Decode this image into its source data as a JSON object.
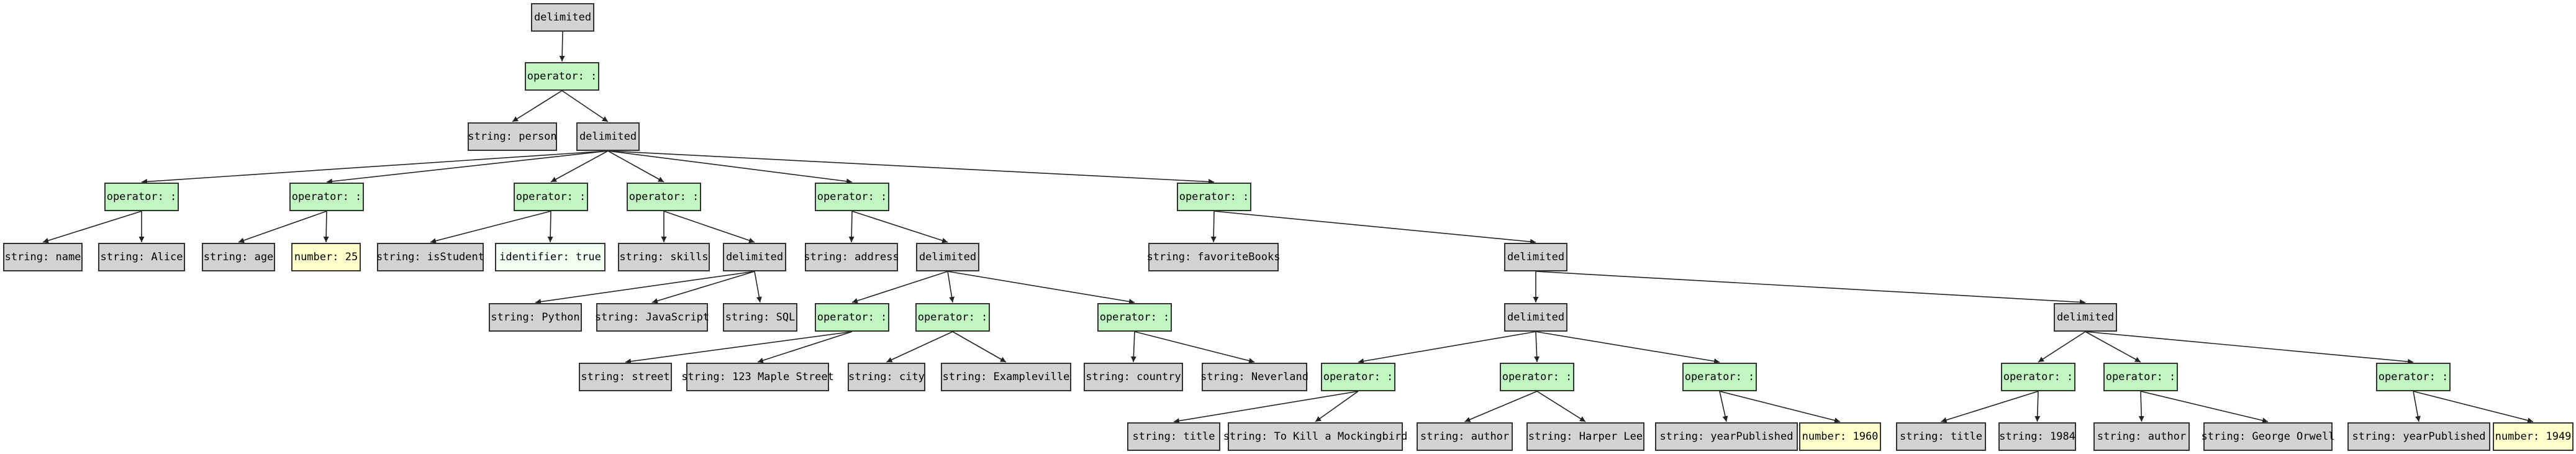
{
  "colors": {
    "delimited": "#d3d3d3",
    "operator": "#c1f5c1",
    "string": "#d3d3d3",
    "number": "#ffffcc",
    "identifier": "#f2fff2",
    "edge": "#222222"
  },
  "nodes": [
    {
      "id": "n1",
      "label": "delimited",
      "kind": "delimited"
    },
    {
      "id": "n2",
      "label": "operator: :",
      "kind": "operator"
    },
    {
      "id": "n3",
      "label": "string: person",
      "kind": "string"
    },
    {
      "id": "n4",
      "label": "delimited",
      "kind": "delimited"
    },
    {
      "id": "n5",
      "label": "operator: :",
      "kind": "operator"
    },
    {
      "id": "n6",
      "label": "operator: :",
      "kind": "operator"
    },
    {
      "id": "n7",
      "label": "operator: :",
      "kind": "operator"
    },
    {
      "id": "n8",
      "label": "operator: :",
      "kind": "operator"
    },
    {
      "id": "n9",
      "label": "operator: :",
      "kind": "operator"
    },
    {
      "id": "n10",
      "label": "operator: :",
      "kind": "operator"
    },
    {
      "id": "n11",
      "label": "string: name",
      "kind": "string"
    },
    {
      "id": "n12",
      "label": "string: Alice",
      "kind": "string"
    },
    {
      "id": "n13",
      "label": "string: age",
      "kind": "string"
    },
    {
      "id": "n14",
      "label": "number: 25",
      "kind": "number"
    },
    {
      "id": "n15",
      "label": "string: isStudent",
      "kind": "string"
    },
    {
      "id": "n16",
      "label": "identifier: true",
      "kind": "identifier"
    },
    {
      "id": "n17",
      "label": "string: skills",
      "kind": "string"
    },
    {
      "id": "n18",
      "label": "delimited",
      "kind": "delimited"
    },
    {
      "id": "n19",
      "label": "string: address",
      "kind": "string"
    },
    {
      "id": "n20",
      "label": "delimited",
      "kind": "delimited"
    },
    {
      "id": "n21",
      "label": "string: favoriteBooks",
      "kind": "string"
    },
    {
      "id": "n22",
      "label": "delimited",
      "kind": "delimited"
    },
    {
      "id": "n23",
      "label": "string: Python",
      "kind": "string"
    },
    {
      "id": "n24",
      "label": "string: JavaScript",
      "kind": "string"
    },
    {
      "id": "n25",
      "label": "string: SQL",
      "kind": "string"
    },
    {
      "id": "n26",
      "label": "operator: :",
      "kind": "operator"
    },
    {
      "id": "n27",
      "label": "operator: :",
      "kind": "operator"
    },
    {
      "id": "n28",
      "label": "operator: :",
      "kind": "operator"
    },
    {
      "id": "n29",
      "label": "delimited",
      "kind": "delimited"
    },
    {
      "id": "n30",
      "label": "delimited",
      "kind": "delimited"
    },
    {
      "id": "n31",
      "label": "string: street",
      "kind": "string"
    },
    {
      "id": "n32",
      "label": "string: 123 Maple Street",
      "kind": "string"
    },
    {
      "id": "n33",
      "label": "string: city",
      "kind": "string"
    },
    {
      "id": "n34",
      "label": "string: Exampleville",
      "kind": "string"
    },
    {
      "id": "n35",
      "label": "string: country",
      "kind": "string"
    },
    {
      "id": "n36",
      "label": "string: Neverland",
      "kind": "string"
    },
    {
      "id": "n37",
      "label": "operator: :",
      "kind": "operator"
    },
    {
      "id": "n38",
      "label": "operator: :",
      "kind": "operator"
    },
    {
      "id": "n39",
      "label": "operator: :",
      "kind": "operator"
    },
    {
      "id": "n40",
      "label": "operator: :",
      "kind": "operator"
    },
    {
      "id": "n41",
      "label": "operator: :",
      "kind": "operator"
    },
    {
      "id": "n42",
      "label": "operator: :",
      "kind": "operator"
    },
    {
      "id": "n43",
      "label": "string: title",
      "kind": "string"
    },
    {
      "id": "n44",
      "label": "string: To Kill a Mockingbird",
      "kind": "string"
    },
    {
      "id": "n45",
      "label": "string: author",
      "kind": "string"
    },
    {
      "id": "n46",
      "label": "string: Harper Lee",
      "kind": "string"
    },
    {
      "id": "n47",
      "label": "string: yearPublished",
      "kind": "string"
    },
    {
      "id": "n48",
      "label": "number: 1960",
      "kind": "number"
    },
    {
      "id": "n49",
      "label": "string: title",
      "kind": "string"
    },
    {
      "id": "n50",
      "label": "string: 1984",
      "kind": "string"
    },
    {
      "id": "n51",
      "label": "string: author",
      "kind": "string"
    },
    {
      "id": "n52",
      "label": "string: George Orwell",
      "kind": "string"
    },
    {
      "id": "n53",
      "label": "string: yearPublished",
      "kind": "string"
    },
    {
      "id": "n54",
      "label": "number: 1949",
      "kind": "number"
    }
  ],
  "edges": [
    [
      "n1",
      "n2"
    ],
    [
      "n2",
      "n3"
    ],
    [
      "n2",
      "n4"
    ],
    [
      "n4",
      "n5"
    ],
    [
      "n4",
      "n6"
    ],
    [
      "n4",
      "n7"
    ],
    [
      "n4",
      "n8"
    ],
    [
      "n4",
      "n9"
    ],
    [
      "n4",
      "n10"
    ],
    [
      "n5",
      "n11"
    ],
    [
      "n5",
      "n12"
    ],
    [
      "n6",
      "n13"
    ],
    [
      "n6",
      "n14"
    ],
    [
      "n7",
      "n15"
    ],
    [
      "n7",
      "n16"
    ],
    [
      "n8",
      "n17"
    ],
    [
      "n8",
      "n18"
    ],
    [
      "n9",
      "n19"
    ],
    [
      "n9",
      "n20"
    ],
    [
      "n10",
      "n21"
    ],
    [
      "n10",
      "n22"
    ],
    [
      "n18",
      "n23"
    ],
    [
      "n18",
      "n24"
    ],
    [
      "n18",
      "n25"
    ],
    [
      "n20",
      "n26"
    ],
    [
      "n20",
      "n27"
    ],
    [
      "n20",
      "n28"
    ],
    [
      "n22",
      "n29"
    ],
    [
      "n22",
      "n30"
    ],
    [
      "n26",
      "n31"
    ],
    [
      "n26",
      "n32"
    ],
    [
      "n27",
      "n33"
    ],
    [
      "n27",
      "n34"
    ],
    [
      "n28",
      "n35"
    ],
    [
      "n28",
      "n36"
    ],
    [
      "n29",
      "n37"
    ],
    [
      "n29",
      "n38"
    ],
    [
      "n29",
      "n39"
    ],
    [
      "n30",
      "n40"
    ],
    [
      "n30",
      "n41"
    ],
    [
      "n30",
      "n42"
    ],
    [
      "n37",
      "n43"
    ],
    [
      "n37",
      "n44"
    ],
    [
      "n38",
      "n45"
    ],
    [
      "n38",
      "n46"
    ],
    [
      "n39",
      "n47"
    ],
    [
      "n39",
      "n48"
    ],
    [
      "n40",
      "n49"
    ],
    [
      "n40",
      "n50"
    ],
    [
      "n41",
      "n51"
    ],
    [
      "n41",
      "n52"
    ],
    [
      "n42",
      "n53"
    ],
    [
      "n42",
      "n54"
    ]
  ]
}
